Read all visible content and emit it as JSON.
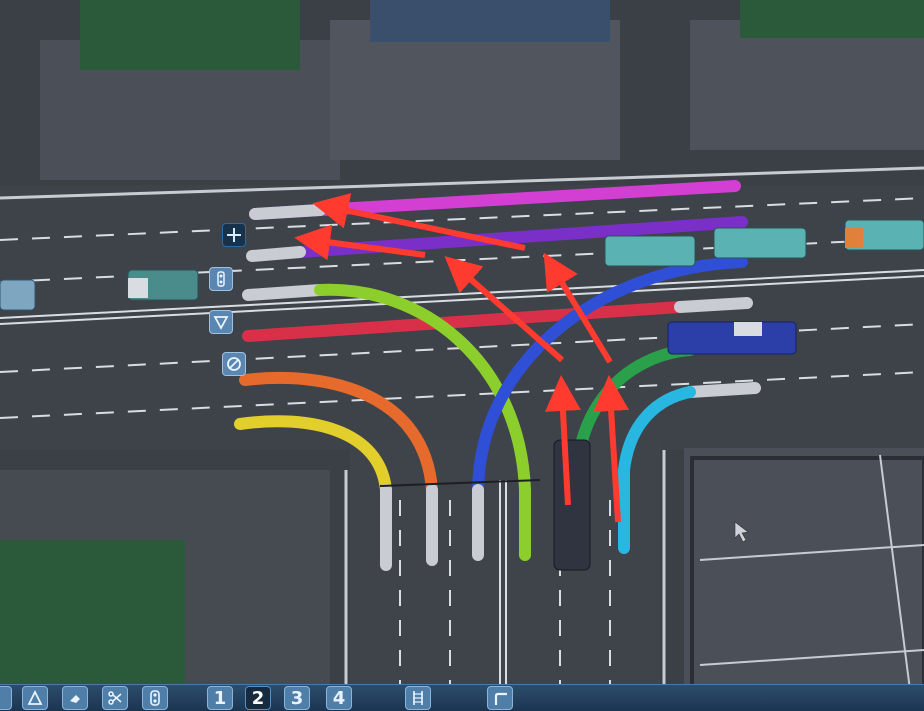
{
  "game": "traffic-lane-editor",
  "lane_colors": {
    "magenta": "#d33fd3",
    "purple": "#7b2fc9",
    "blue": "#2f4fd6",
    "red": "#d9304a",
    "green": "#8ccf2c",
    "orange": "#e56a2c",
    "yellow": "#e3cf2c",
    "dark_green": "#2aa04a",
    "cyan": "#27b7e0",
    "unused": "#c9cdd3"
  },
  "arrow_color": "#ff3b30",
  "lane_tools": [
    {
      "name": "move-lane-icon",
      "state": "active"
    },
    {
      "name": "traffic-light-icon",
      "state": "normal"
    },
    {
      "name": "yield-icon",
      "state": "normal"
    },
    {
      "name": "no-entry-icon",
      "state": "normal"
    }
  ],
  "toolbar": {
    "tool_icons": [
      "triangle-icon",
      "eraser-icon",
      "scissors-icon",
      "traffic-light-icon"
    ],
    "numbers": [
      "1",
      "2",
      "3",
      "4"
    ],
    "selected_number": "2",
    "extra_icons": [
      "rail-track-icon",
      "corner-road-icon"
    ]
  }
}
